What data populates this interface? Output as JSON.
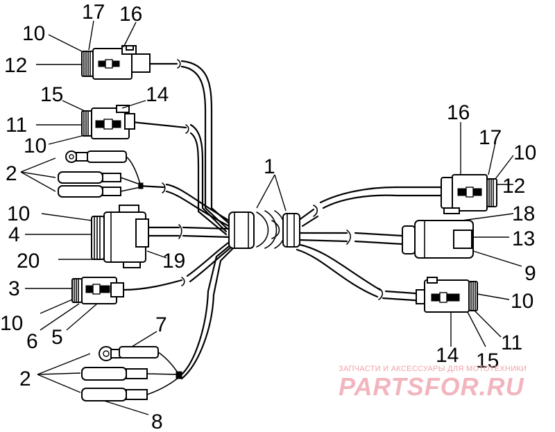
{
  "callouts": {
    "c1": "1",
    "c2a": "2",
    "c2b": "2",
    "c3": "3",
    "c4": "4",
    "c5": "5",
    "c6": "6",
    "c7": "7",
    "c8": "8",
    "c9": "9",
    "c10a": "10",
    "c10b": "10",
    "c10c": "10",
    "c10d": "10",
    "c10e": "10",
    "c10f": "10",
    "c11a": "11",
    "c11b": "11",
    "c12a": "12",
    "c12b": "12",
    "c13": "13",
    "c14a": "14",
    "c14b": "14",
    "c15a": "15",
    "c15b": "15",
    "c16a": "16",
    "c16b": "16",
    "c17a": "17",
    "c17b": "17",
    "c18": "18",
    "c19": "19",
    "c20": "20"
  },
  "watermark": {
    "caption": "ЗАПЧАСТИ И АКСЕССУАРЫ ДЛЯ МОТОТЕХНИКИ",
    "logo": "PARTSFOR.RU",
    "color": "#e87887"
  }
}
